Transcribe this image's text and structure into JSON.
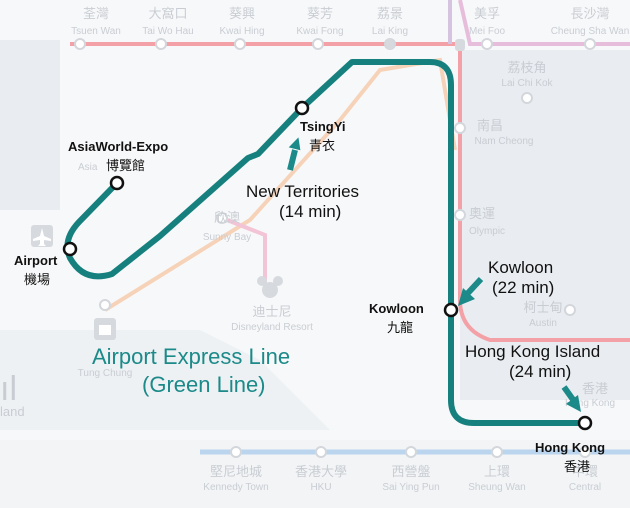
{
  "colors": {
    "background": "#e9edf1",
    "land": "#f7f8f9",
    "airport_express": "#16807e",
    "tsuen_wan_line": "#f3a1a7",
    "kwun_tong_line": "#e7bddc",
    "island_line": "#bcd5ef",
    "tung_chung_line": "#f6d3b8",
    "arrow": "#1b8a89"
  },
  "line_name": {
    "line1": "Airport Express Line",
    "line2": "(Green Line)"
  },
  "stations": {
    "airport": {
      "en": "Airport",
      "zh": "機場"
    },
    "asiaworld": {
      "en": "AsiaWorld-Expo",
      "zh": "博覽館"
    },
    "tsingyi": {
      "en": "TsingYi",
      "zh": "青衣"
    },
    "kowloon": {
      "en": "Kowloon",
      "zh": "九龍"
    },
    "hongkong": {
      "en": "Hong Kong",
      "zh": "香港"
    }
  },
  "annotations": {
    "new_territories": {
      "line1": "New Territories",
      "line2": "(14 min)"
    },
    "kowloon": {
      "line1": "Kowloon",
      "line2": "(22 min)"
    },
    "hk_island": {
      "line1": "Hong Kong Island",
      "line2": "(24 min)"
    }
  },
  "background_stations": {
    "tsuen_wan": {
      "zh": "荃灣",
      "en": "Tsuen Wan"
    },
    "tai_wo_hau": {
      "zh": "大窩口",
      "en": "Tai Wo Hau"
    },
    "kwai_hing": {
      "zh": "葵興",
      "en": "Kwai Hing"
    },
    "kwai_fong": {
      "zh": "葵芳",
      "en": "Kwai Fong"
    },
    "lai_king": {
      "zh": "荔景",
      "en": "Lai King"
    },
    "mei_foo": {
      "zh": "美孚",
      "en": "Mei Foo"
    },
    "cheung_sha_wan": {
      "zh": "長沙灣",
      "en": "Cheung Sha Wan"
    },
    "lai_chi_kok": {
      "zh": "荔枝角",
      "en": "Lai Chi Kok"
    },
    "nam_cheong": {
      "zh": "南昌",
      "en": "Nam Cheong"
    },
    "olympic": {
      "zh": "奧運",
      "en": "Olympic"
    },
    "austin": {
      "zh": "柯士甸",
      "en": "Austin"
    },
    "sunny_bay": {
      "zh": "欣澳",
      "en": "Sunny Bay"
    },
    "disneyland": {
      "zh": "迪士尼",
      "en": "Disneyland Resort"
    },
    "tung_chung": {
      "en": "Tung Chung"
    },
    "kennedy_town": {
      "zh": "堅尼地城",
      "en": "Kennedy Town"
    },
    "hku": {
      "zh": "香港大學",
      "en": "HKU"
    },
    "sai_ying_pun": {
      "zh": "西營盤",
      "en": "Sai Ying Pun"
    },
    "sheung_wan": {
      "zh": "上環",
      "en": "Sheung Wan"
    },
    "central": {
      "zh": "中環",
      "en": "Central"
    }
  }
}
